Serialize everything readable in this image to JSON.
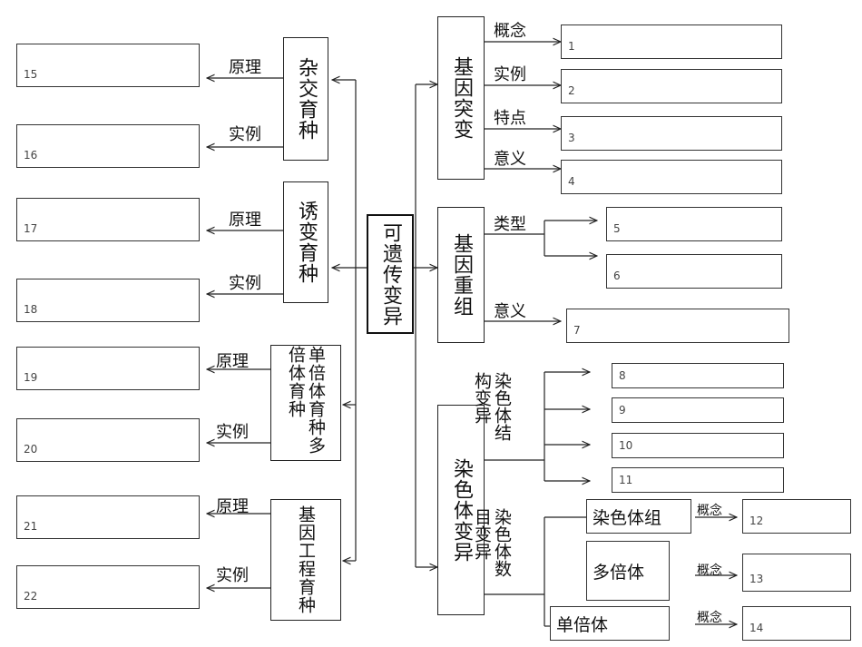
{
  "center": "可遗传变异",
  "right": {
    "mutation": {
      "title": "基因突变",
      "items": [
        "概念",
        "实例",
        "特点",
        "意义"
      ],
      "boxes": [
        "1",
        "2",
        "3",
        "4"
      ]
    },
    "recombination": {
      "title": "基因重组",
      "type_label": "类型",
      "meaning_label": "意义",
      "boxes": [
        "5",
        "6",
        "7"
      ]
    },
    "chromosome": {
      "title": "染色体变异",
      "structural": "染色体结构变异",
      "structural_boxes": [
        "8",
        "9",
        "10",
        "11"
      ],
      "numerical": "染色体数目变异",
      "subtypes": [
        "染色体组",
        "多倍体",
        "单倍体"
      ],
      "concept_label": "概念",
      "concept_boxes": [
        "12",
        "13",
        "14"
      ]
    }
  },
  "left": {
    "hybrid": {
      "title": "杂交育种",
      "labels": [
        "原理",
        "实例"
      ],
      "boxes": [
        "15",
        "16"
      ]
    },
    "mutagenesis": {
      "title": "诱变育种",
      "labels": [
        "原理",
        "实例"
      ],
      "boxes": [
        "17",
        "18"
      ]
    },
    "polyploid": {
      "title": "单倍体育种多倍体育种",
      "labels": [
        "原理",
        "实例"
      ],
      "boxes": [
        "19",
        "20"
      ]
    },
    "genetic": {
      "title": "基因工程育种",
      "labels": [
        "原理",
        "实例"
      ],
      "boxes": [
        "21",
        "22"
      ]
    }
  }
}
